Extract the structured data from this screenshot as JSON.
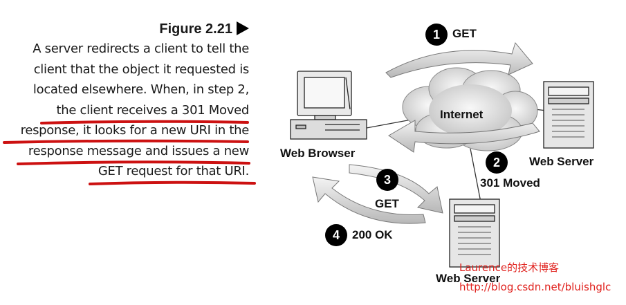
{
  "caption": {
    "figure_label": "Figure 2.21",
    "lines": [
      "A server redirects a client to tell the",
      "client that the object it requested is",
      "located elsewhere. When, in step 2,",
      "the client receives a 301 Moved",
      "response, it looks for a new URI in the",
      "response message and issues a new",
      "GET request for that URI."
    ],
    "highlight_color": "#cc1111"
  },
  "diagram": {
    "internet_label": "Internet",
    "web_browser_label": "Web Browser",
    "web_server_1_label": "Web Server",
    "web_server_2_label": "Web Server",
    "steps": [
      {
        "number": "1",
        "label": "GET"
      },
      {
        "number": "2",
        "label": "301 Moved"
      },
      {
        "number": "3",
        "label": "GET"
      },
      {
        "number": "4",
        "label": "200 OK"
      }
    ]
  },
  "watermark": {
    "line1": "Laurence的技术博客",
    "line2": "http://blog.csdn.net/bluishglc",
    "color": "#e0201c"
  }
}
